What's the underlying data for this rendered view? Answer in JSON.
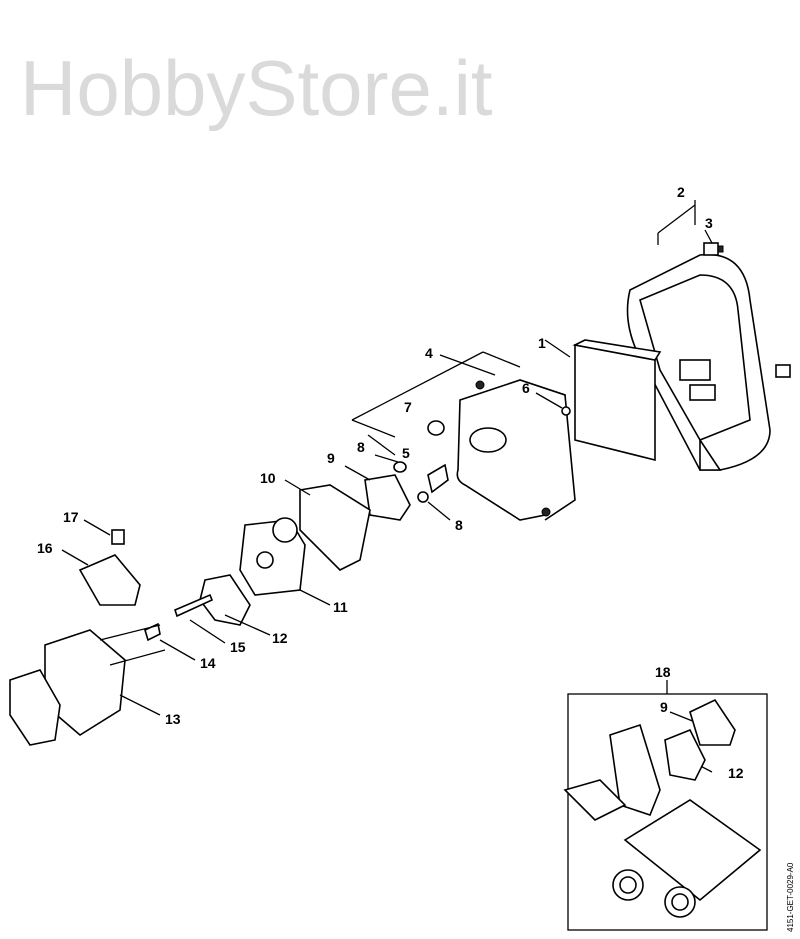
{
  "diagram": {
    "callouts": [
      "1",
      "2",
      "3",
      "4",
      "5",
      "6",
      "7",
      "8",
      "8",
      "9",
      "10",
      "11",
      "12",
      "13",
      "14",
      "15",
      "16",
      "17",
      "18"
    ],
    "inset": {
      "callouts": [
        "18",
        "9",
        "12"
      ]
    },
    "watermark": "HobbyStore.it",
    "drawing_code": "4151-GET-0029-A0"
  }
}
